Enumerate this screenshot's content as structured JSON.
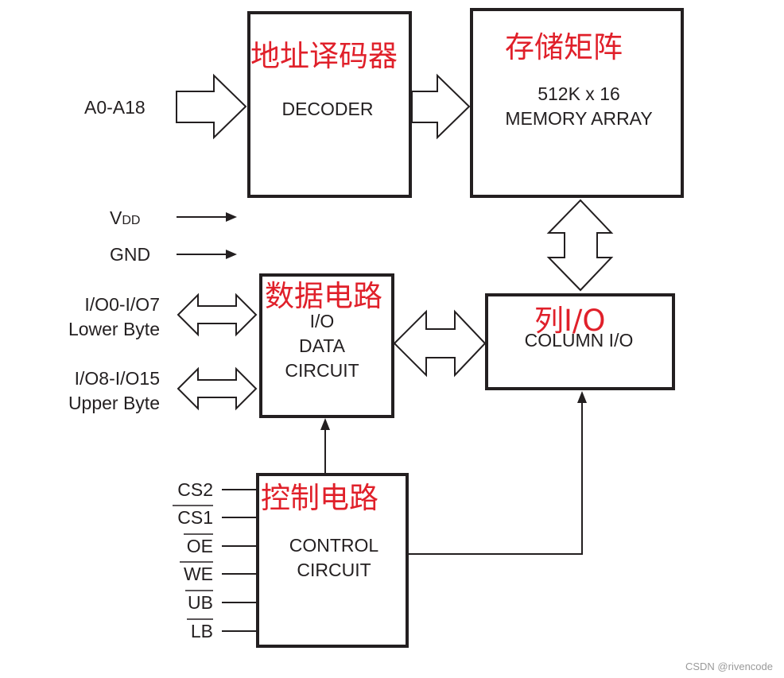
{
  "blocks": {
    "decoder": {
      "label": "DECODER",
      "zh_label": "地址译码器"
    },
    "memory_array": {
      "line1": "512K x 16",
      "line2": "MEMORY ARRAY",
      "zh_label": "存储矩阵"
    },
    "column_io": {
      "label": "COLUMN I/O",
      "zh_label": "列I/O"
    },
    "io_data_circuit": {
      "line1": "I/O",
      "line2": "DATA",
      "line3": "CIRCUIT",
      "zh_label": "数据电路"
    },
    "control_circuit": {
      "line1": "CONTROL",
      "line2": "CIRCUIT",
      "zh_label": "控制电路"
    }
  },
  "inputs": {
    "address": "A0-A18",
    "vdd_main": "V",
    "vdd_sub": "DD",
    "gnd": "GND",
    "io_lower_line1": "I/O0-I/O7",
    "io_lower_line2": "Lower Byte",
    "io_upper_line1": "I/O8-I/O15",
    "io_upper_line2": "Upper Byte"
  },
  "control_signals": [
    "CS2",
    "CS1",
    "OE",
    "WE",
    "UB",
    "LB"
  ],
  "control_signals_active_low": [
    false,
    true,
    true,
    true,
    true,
    true
  ],
  "watermark": "CSDN @rivencode",
  "colors": {
    "line": "#231f20",
    "annotation": "#e0202a",
    "watermark": "#9a9a9a"
  }
}
